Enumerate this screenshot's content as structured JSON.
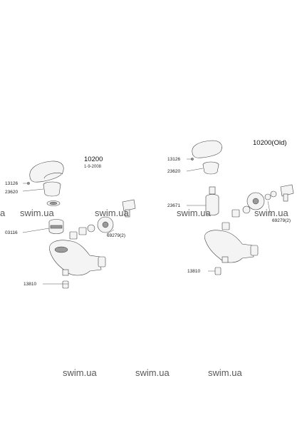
{
  "left": {
    "title": "10200",
    "date": "1-9-2008",
    "labels": [
      "13126",
      "23620",
      "03116",
      "69279(2)",
      "13810"
    ]
  },
  "right": {
    "title": "10200(Old)",
    "labels": [
      "13126",
      "23620",
      "23671",
      "69279(2)",
      "13810"
    ]
  },
  "watermarks": [
    "a",
    "swim.ua",
    "swim.ua",
    "swim.ua",
    "swim.ua",
    "swim.ua",
    "swim.ua",
    "swim.ua"
  ]
}
